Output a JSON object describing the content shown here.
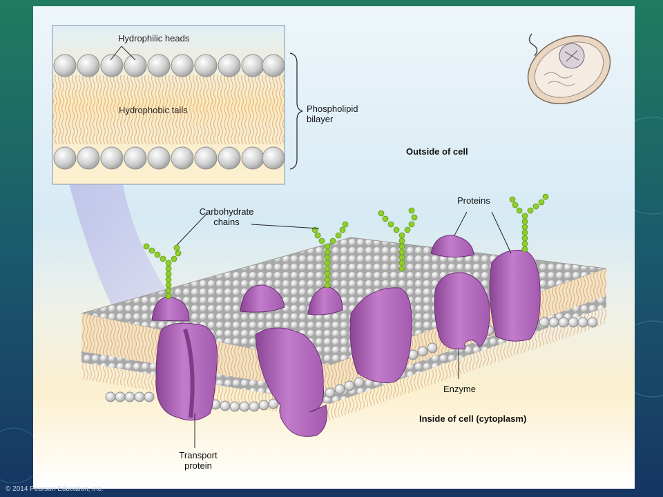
{
  "colors": {
    "slide_bg_top": "#1e7a5e",
    "slide_bg_bottom": "#16365f",
    "protein": "#b76fc0",
    "protein_dark": "#7a3a83",
    "carbohydrate": "#8fce2b",
    "phospholipid_head": "#d2d2d2",
    "outside_fluid": "#dbecf5",
    "inside_fluid": "#fbefc9"
  },
  "inset": {
    "heads_label": "Hydrophilic heads",
    "tails_label": "Hydrophobic tails"
  },
  "labels": {
    "bilayer": "Phospholipid bilayer",
    "outside": "Outside of cell",
    "carbohydrate": "Carbohydrate chains",
    "proteins": "Proteins",
    "enzyme": "Enzyme",
    "inside": "Inside of cell (cytoplasm)",
    "transport": "Transport protein"
  },
  "copyright": "© 2014 Pearson Education, Inc."
}
